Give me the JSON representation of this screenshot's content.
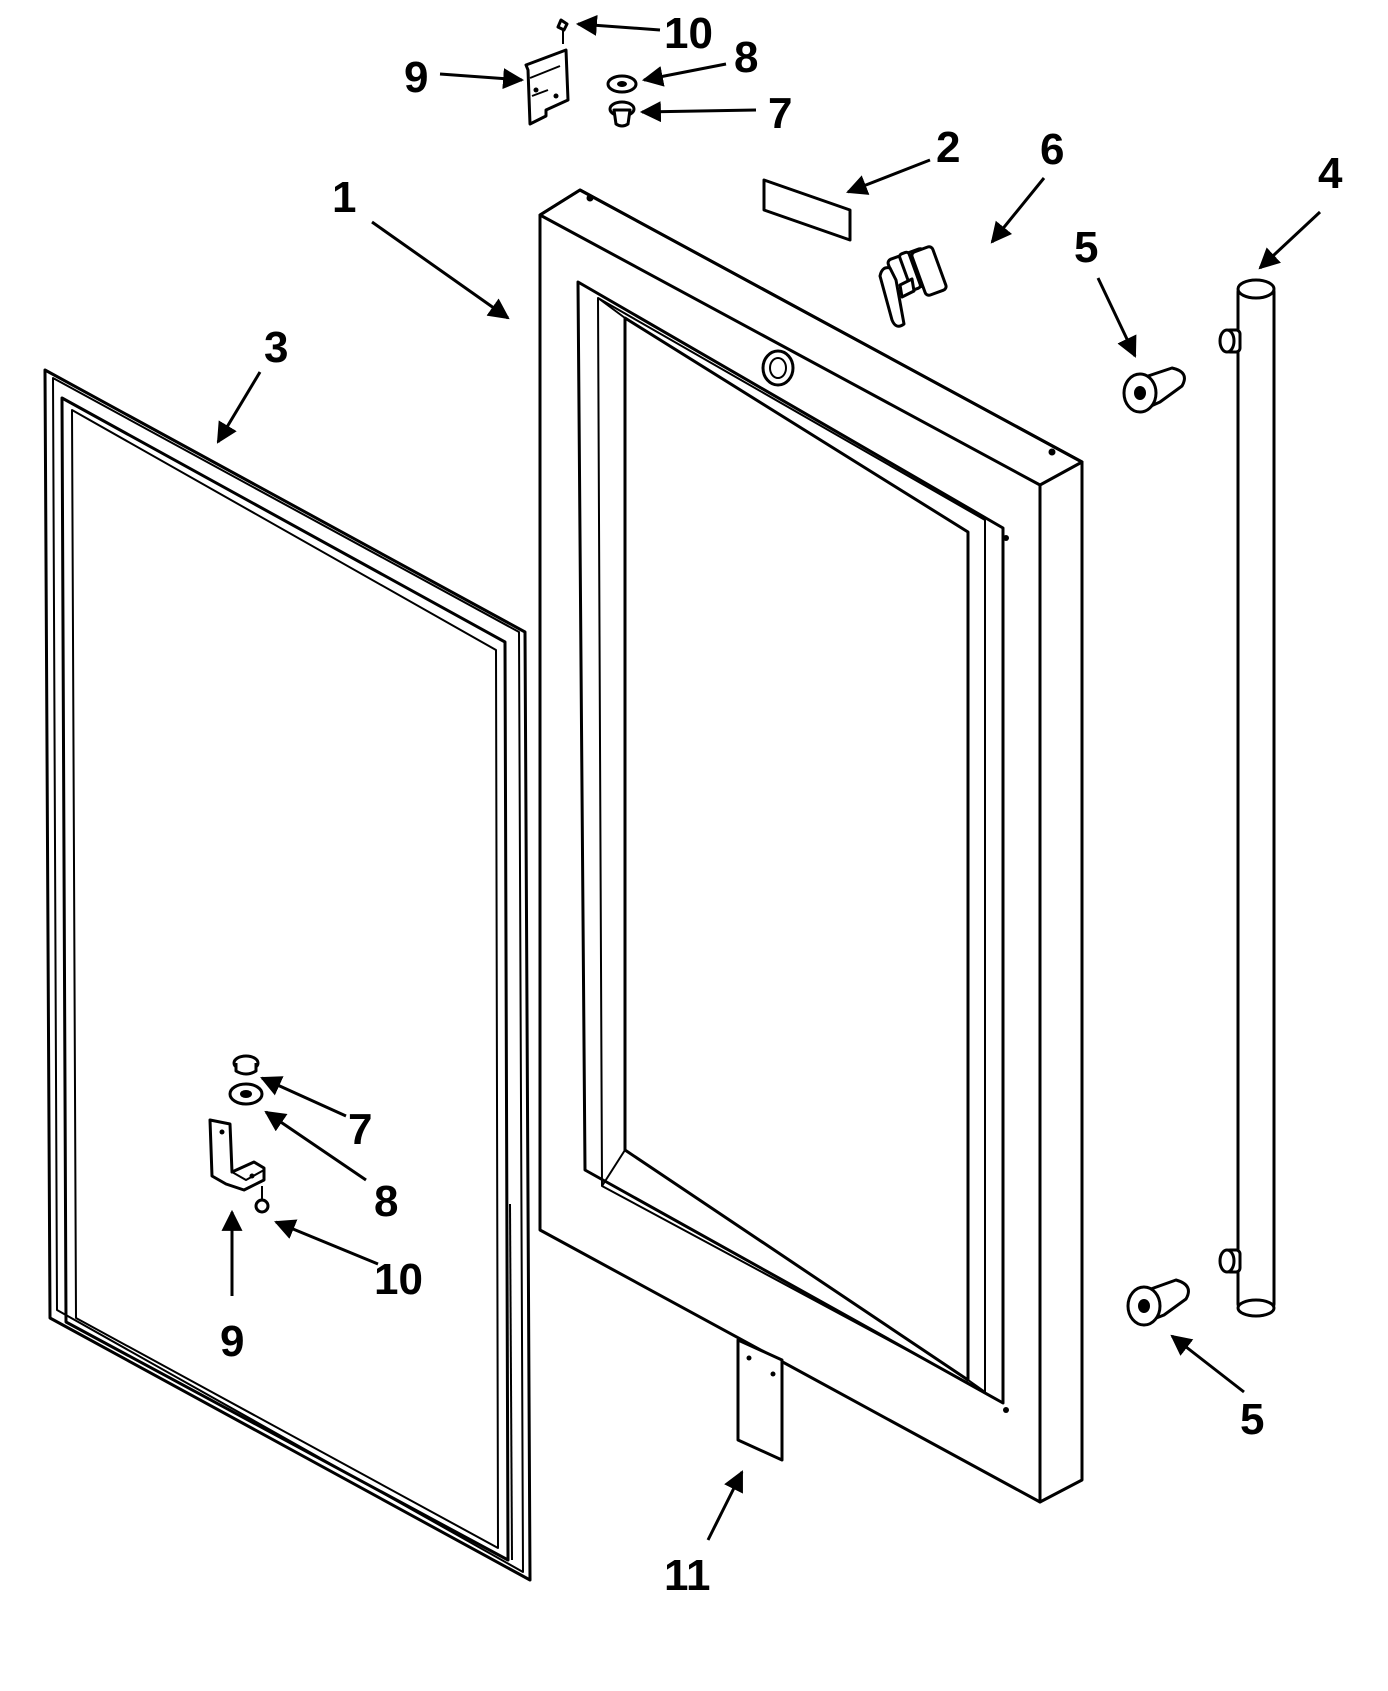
{
  "callouts": {
    "c1": "1",
    "c2": "2",
    "c3": "3",
    "c4": "4",
    "c5_top": "5",
    "c5_bottom": "5",
    "c6": "6",
    "c7_top": "7",
    "c7_bottom": "7",
    "c8_top": "8",
    "c8_bottom": "8",
    "c9_top": "9",
    "c9_bottom": "9",
    "c10_top": "10",
    "c10_bottom": "10",
    "c11": "11"
  }
}
